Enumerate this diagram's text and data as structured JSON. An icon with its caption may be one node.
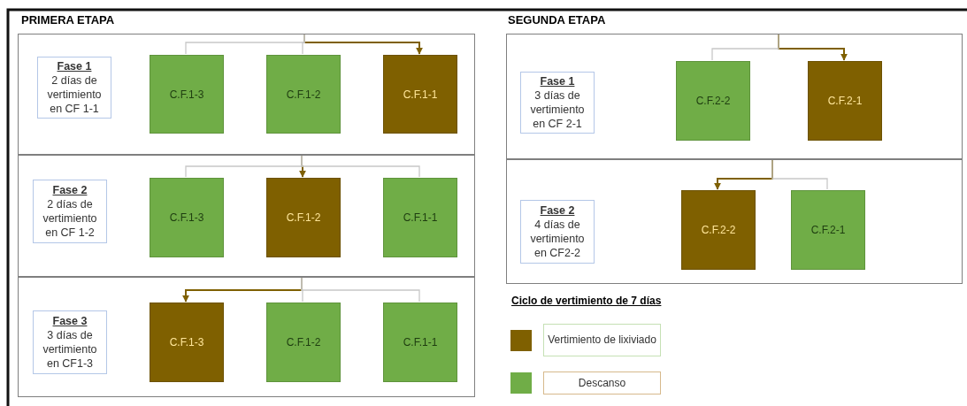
{
  "diagram": {
    "nodes": [
      {
        "text": [
          "PRIMERA ETAPA"
        ]
      },
      {
        "text": [],
        "shape": "box",
        "in": 0
      },
      {
        "text": [
          "Fase 1",
          "2 días de vertimiento en CF 1-1"
        ],
        "in": 1
      },
      {
        "text": [
          "C.F.1-3"
        ],
        "in": 1
      },
      {
        "text": [
          "C.F.1-2"
        ],
        "in": 1
      },
      {
        "text": [
          "C.F.1-1"
        ],
        "in": 1
      },
      {
        "text": [],
        "shape": "box",
        "in": 0
      },
      {
        "text": [
          "Fase 2",
          "2 días de vertimiento en CF 1-2"
        ],
        "in": 6
      },
      {
        "text": [
          "C.F.1-3"
        ],
        "in": 6
      },
      {
        "text": [
          "C.F.1-2"
        ],
        "in": 6
      },
      {
        "text": [
          "C.F.1-1"
        ],
        "in": 6
      },
      {
        "text": [],
        "shape": "box",
        "in": 0
      },
      {
        "text": [
          "Fase 3",
          "3 días de vertimiento en CF1-3"
        ],
        "in": 11
      },
      {
        "text": [
          "C.F.1-3"
        ],
        "in": 11
      },
      {
        "text": [
          "C.F.1-2"
        ],
        "in": 11
      },
      {
        "text": [
          "C.F.1-1"
        ],
        "in": 11
      },
      {
        "text": [
          "SEGUNDA ETAPA"
        ]
      },
      {
        "text": [],
        "shape": "box",
        "in": 16
      },
      {
        "text": [
          "Fase 1",
          "3 días de vertimiento en CF 2-1"
        ],
        "in": 17
      },
      {
        "text": [
          "C.F.2-2"
        ],
        "in": 17
      },
      {
        "text": [
          "C.F.2-1"
        ],
        "in": 17
      },
      {
        "text": [],
        "shape": "box",
        "in": 16
      },
      {
        "text": [
          "Fase 2",
          "4 días de vertimiento en CF2-2"
        ],
        "in": 21
      },
      {
        "text": [
          "C.F.2-2"
        ],
        "in": 21
      },
      {
        "text": [
          "C.F.2-1"
        ],
        "in": 21
      }
    ],
    "edges": [
      {
        "from": 1,
        "to": 5,
        "arrow": "to",
        "color": "#7f6000"
      },
      {
        "from": 1,
        "to": 3,
        "arrow": "none"
      },
      {
        "from": 1,
        "to": 4,
        "arrow": "none"
      },
      {
        "from": 6,
        "to": 9,
        "arrow": "to",
        "color": "#7f6000"
      },
      {
        "from": 6,
        "to": 8,
        "arrow": "none"
      },
      {
        "from": 6,
        "to": 10,
        "arrow": "none"
      },
      {
        "from": 11,
        "to": 13,
        "arrow": "to",
        "color": "#7f6000"
      },
      {
        "from": 11,
        "to": 14,
        "arrow": "none"
      },
      {
        "from": 11,
        "to": 15,
        "arrow": "none"
      },
      {
        "from": 17,
        "to": 20,
        "arrow": "to",
        "color": "#7f6000"
      },
      {
        "from": 17,
        "to": 19,
        "arrow": "none"
      },
      {
        "from": 21,
        "to": 23,
        "arrow": "to",
        "color": "#7f6000"
      },
      {
        "from": 21,
        "to": 24,
        "arrow": "none"
      }
    ],
    "labels": [
      "Ciclo de vertimiento de 7 días"
    ],
    "legend": [
      {
        "text": "Vertimiento de lixiviado",
        "color": "#7f6000"
      },
      {
        "text": "Descanso",
        "color": "#70ad47"
      }
    ]
  }
}
